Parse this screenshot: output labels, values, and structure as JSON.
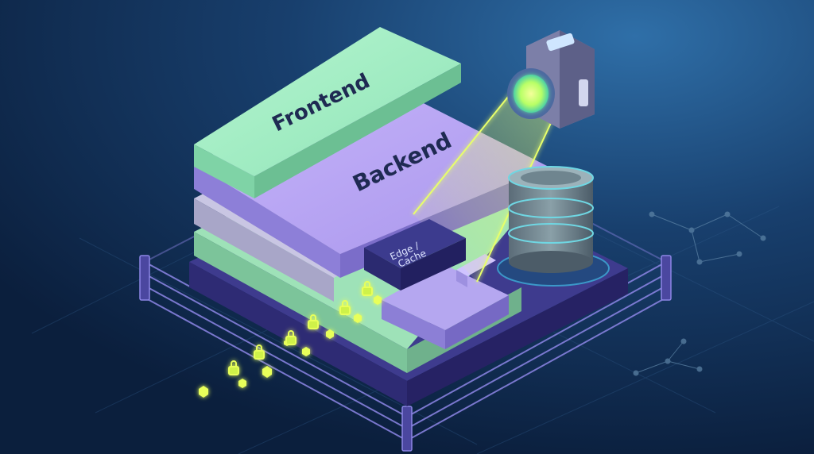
{
  "diagram": {
    "layers": {
      "frontend": {
        "label": "Frontend"
      },
      "backend": {
        "label": "Backend"
      },
      "edge_cache": {
        "label_line1": "Edge /",
        "label_line2": "Cache"
      }
    },
    "colors": {
      "background_top": "#1a4b7c",
      "background_bottom": "#0c2140",
      "frontend_fill": "#a8efc4",
      "backend_fill": "#b9a6f3",
      "base_fill": "#5750a8",
      "accent_glow": "#d9ff5a",
      "cache_fill": "#3a3f8a",
      "database_fill": "#6c8086"
    },
    "icons": [
      "camera-icon",
      "database-icon",
      "lock-icon",
      "hexagon-icon"
    ]
  }
}
